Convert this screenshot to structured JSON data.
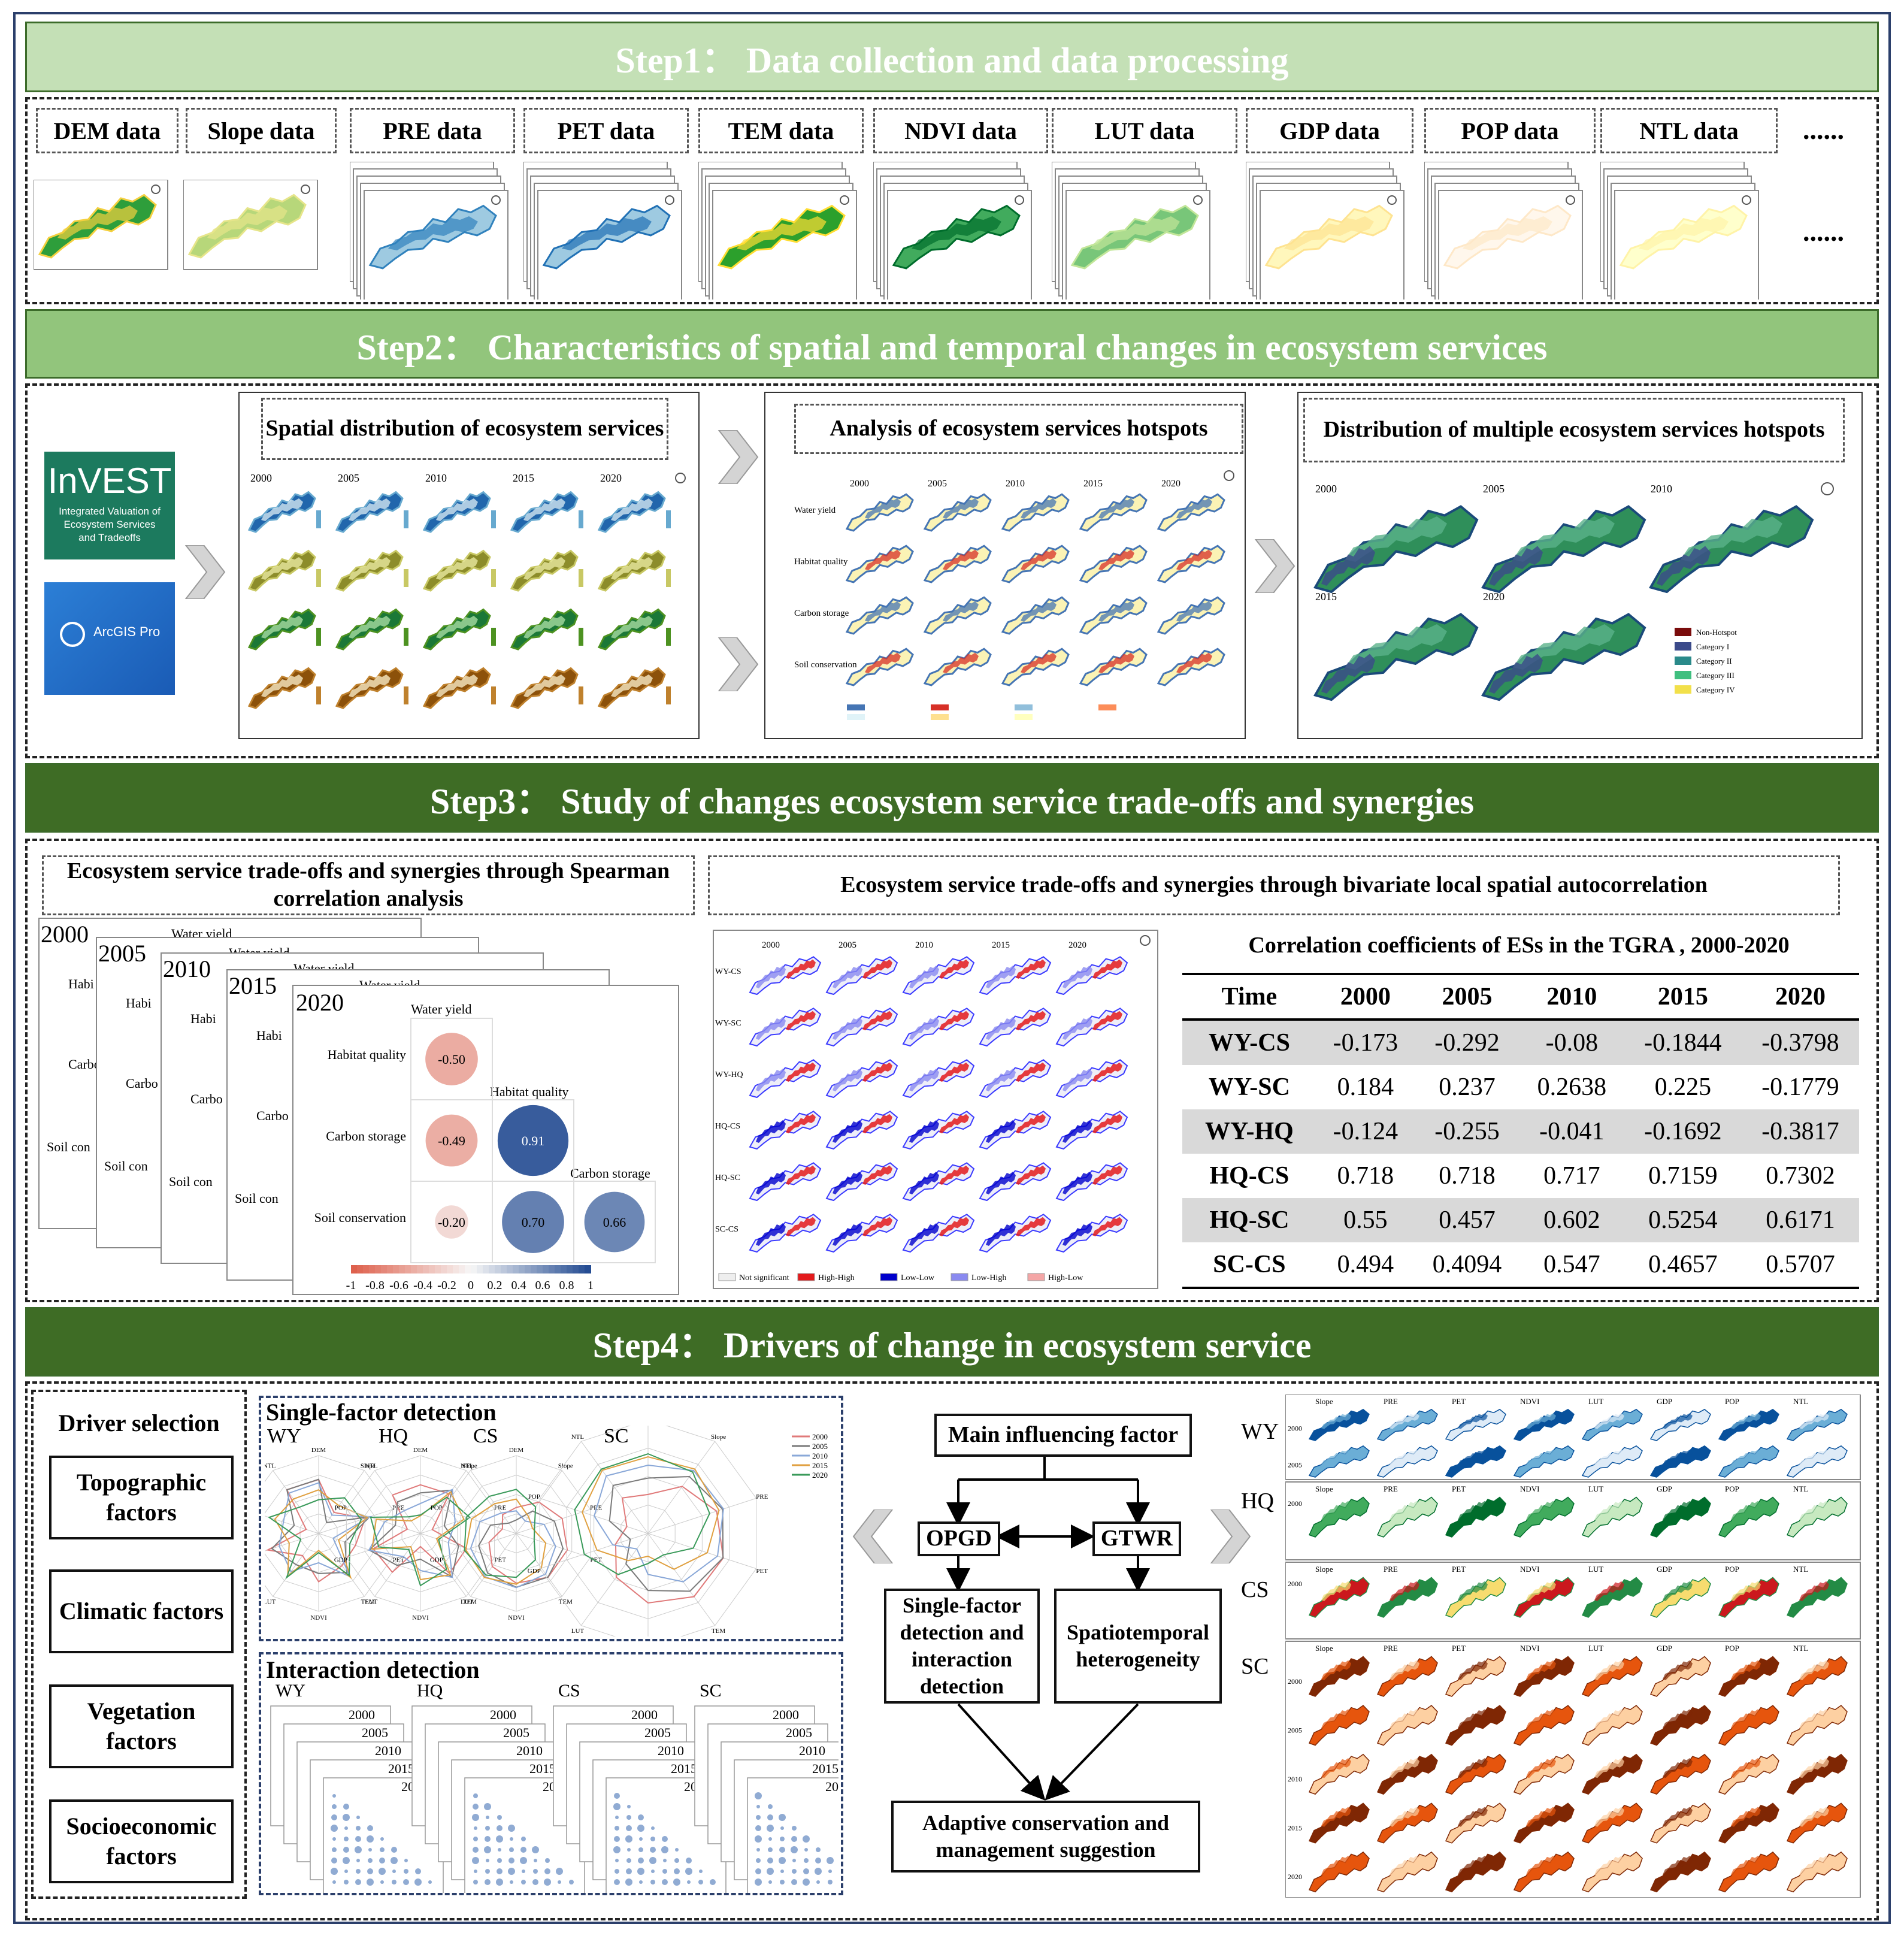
{
  "step1": {
    "title": "Step1：  Data collection and data processing",
    "data_labels": [
      "DEM data",
      "Slope data",
      "PRE data",
      "PET data",
      "TEM data",
      "NDVI data",
      "LUT data",
      "GDP data",
      "POP data",
      "NTL data"
    ],
    "ellipsis": "......"
  },
  "step2": {
    "title": "Step2：  Characteristics  of spatial and temporal changes in ecosystem services",
    "invest": {
      "name": "InVEST",
      "subtitle": "Integrated Valuation of Ecosystem Services and Tradeoffs"
    },
    "arcgis": "ArcGIS Pro",
    "spatial_title": "Spatial distribution of ecosystem services",
    "hotspot_title": "Analysis of ecosystem services hotspots",
    "multi_title": "Distribution of multiple ecosystem services hotspots",
    "years": [
      "2000",
      "2005",
      "2010",
      "2015",
      "2020"
    ],
    "services": [
      "Water yield",
      "Habitat quality",
      "Carbon storage",
      "Soil conservation"
    ],
    "multi_legend": [
      "Non-Hotspot",
      "Category I",
      "Category II",
      "Category III",
      "Category IV"
    ]
  },
  "step3": {
    "title": "Step3：  Study of changes ecosystem service trade-offs and synergies",
    "spearman_title": "Ecosystem service trade-offs and synergies through Spearman correlation analysis",
    "bivariate_title": "Ecosystem service trade-offs and synergies through bivariate local spatial autocorrelation",
    "corr_matrix": {
      "year": "2020",
      "labels": [
        "Water yield",
        "Habitat quality",
        "Carbon storage",
        "Soil conservation"
      ],
      "values": [
        "-0.50",
        "-0.49",
        "0.91",
        "-0.20",
        "0.70",
        "0.66"
      ],
      "colorbar": [
        "-1",
        "-0.8",
        "-0.6",
        "-0.4",
        "-0.2",
        "0",
        "0.2",
        "0.4",
        "0.6",
        "0.8",
        "1"
      ],
      "stack_partial": [
        "Habi",
        "Carbo",
        "Soil con",
        "Water yield"
      ]
    },
    "pairs": [
      "WY-CS",
      "WY-SC",
      "WY-HQ",
      "HQ-CS",
      "HQ-SC",
      "SC-CS"
    ],
    "lisa_legend": [
      "Not significant",
      "High-High",
      "Low-Low",
      "Low-High",
      "High-Low"
    ],
    "table": {
      "caption": "Correlation coefficients of ESs in the TGRA , 2000-2020",
      "header": [
        "Time",
        "2000",
        "2005",
        "2010",
        "2015",
        "2020"
      ],
      "rows": [
        [
          "WY-CS",
          "-0.173",
          "-0.292",
          "-0.08",
          "-0.1844",
          "-0.3798"
        ],
        [
          "WY-SC",
          "0.184",
          "0.237",
          "0.2638",
          "0.225",
          "-0.1779"
        ],
        [
          "WY-HQ",
          "-0.124",
          "-0.255",
          "-0.041",
          "-0.1692",
          "-0.3817"
        ],
        [
          "HQ-CS",
          "0.718",
          "0.718",
          "0.717",
          "0.7159",
          "0.7302"
        ],
        [
          "HQ-SC",
          "0.55",
          "0.457",
          "0.602",
          "0.5254",
          "0.6171"
        ],
        [
          "SC-CS",
          "0.494",
          "0.4094",
          "0.547",
          "0.4657",
          "0.5707"
        ]
      ]
    }
  },
  "step4": {
    "title": "Step4：  Drivers of change in ecosystem service",
    "driver_selection": "Driver selection",
    "factors": [
      "Topographic factors",
      "Climatic factors",
      "Vegetation factors",
      "Socioeconomic factors"
    ],
    "single_title": "Single-factor detection",
    "interaction_title": "Interaction detection",
    "es_abbr": [
      "WY",
      "HQ",
      "CS",
      "SC"
    ],
    "radar_axes": [
      "DEM",
      "Slope",
      "PRE",
      "PET",
      "TEM",
      "NDVI",
      "LUT",
      "GDP",
      "POP",
      "NTL"
    ],
    "flow": {
      "main": "Main influencing factor",
      "opgd": "OPGD",
      "gtwr": "GTWR",
      "single": "Single-factor detection and interaction detection",
      "spatio": "Spatiotemporal heterogeneity",
      "adaptive": "Adaptive conservation and management suggestion"
    },
    "map_cols": [
      "Slope",
      "PRE",
      "PET",
      "NDVI",
      "LUT",
      "GDP",
      "POP",
      "NTL"
    ]
  }
}
